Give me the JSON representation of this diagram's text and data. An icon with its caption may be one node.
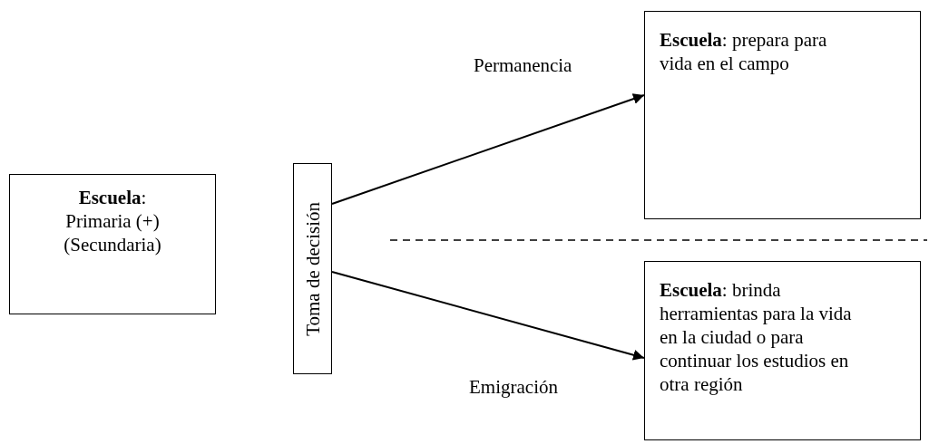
{
  "diagram": {
    "nodes": [
      {
        "text": [
          "**Escuela**: Primaria (+) (Secundaria)"
        ]
      },
      {
        "text": [
          "Toma de decisión"
        ]
      },
      {
        "text": [
          "**Escuela**: prepara para vida en el campo"
        ]
      },
      {
        "text": [
          "**Escuela**: brinda herramientas para la vida en la ciudad o para continuar los estudios en otra región"
        ]
      }
    ],
    "edges": [
      {
        "from": 1,
        "to": 2,
        "arrow": "to",
        "label": "Permanencia"
      },
      {
        "from": 1,
        "to": 3,
        "arrow": "to",
        "label": "Emigración"
      }
    ]
  }
}
